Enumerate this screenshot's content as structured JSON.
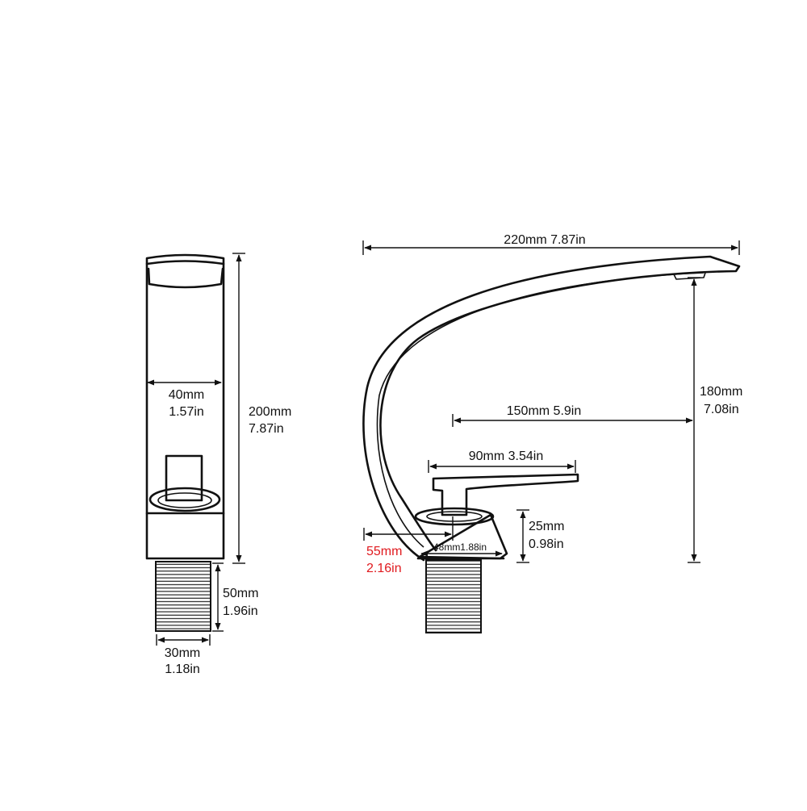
{
  "dimensions": {
    "front_width": {
      "mm": "40mm",
      "in": "1.57in"
    },
    "front_height": {
      "mm": "200mm",
      "in": "7.87in"
    },
    "front_thread_length": {
      "mm": "50mm",
      "in": "1.96in"
    },
    "front_thread_diameter": {
      "mm": "30mm",
      "in": "1.18in"
    },
    "side_total_length": {
      "label": "220mm  7.87in"
    },
    "side_spout_height": {
      "mm": "180mm",
      "in": "7.08in"
    },
    "side_spout_reach": {
      "label": "150mm  5.9in"
    },
    "side_handle_length": {
      "label": "90mm 3.54in"
    },
    "side_base_height": {
      "mm": "25mm",
      "in": "0.98in"
    },
    "side_base_diameter": {
      "label": "48mm1.88in"
    },
    "side_body_offset": {
      "mm": "55mm",
      "in": "2.16in"
    }
  },
  "colors": {
    "ink": "#111111",
    "highlight": "#e0191e",
    "background": "#ffffff"
  }
}
